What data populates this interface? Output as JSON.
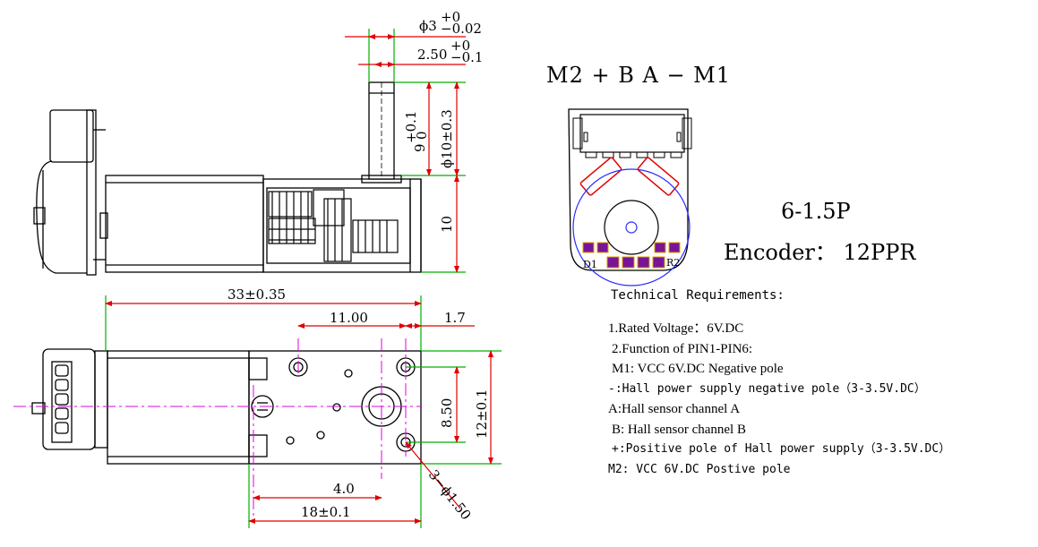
{
  "dimensions": {
    "shaft_dia_tol": "ϕ3",
    "shaft_dia_upper": "+0",
    "shaft_dia_lower": "−0.02",
    "flat_dim": "2.50",
    "flat_upper": "+0",
    "flat_lower": "−0.1",
    "flat_length": "9",
    "flat_length_upper": "+0.1",
    "flat_length_lower": "0",
    "shaft_length": "ϕ10±0.3",
    "gearbox_height": "10",
    "total_length": "33±0.35",
    "hole_spacing_x": "11.00",
    "edge_offset": "1.7",
    "hole_spacing_y": "8.50",
    "gearbox_width": "12±0.1",
    "hole_dia": "3−ϕ1.50",
    "center_offset": "4.0",
    "gearbox_length": "18±0.1"
  },
  "encoder_board": {
    "pinout": "M2  +  B  A  −  M1",
    "label_d1": "D1",
    "label_r2": "R2",
    "connector": "6-1.5P",
    "encoder": "Encoder： 12PPR"
  },
  "requirements": {
    "title": "Technical Requirements:",
    "items": [
      "1.Rated Voltage：6V.DC",
      "2.Function of  PIN1-PIN6:",
      "M1: VCC 6V.DC Negative pole",
      "-:Hall power supply negative pole（3-3.5V.DC）",
      "A:Hall sensor channel A",
      "B: Hall sensor channel B",
      "+:Positive pole of Hall power supply（3-3.5V.DC）",
      "M2: VCC 6V.DC Postive pole"
    ]
  },
  "colors": {
    "outline": "#000000",
    "dimension": "#e00000",
    "extension": "#00b000",
    "centerline": "#e000e0",
    "magnet": "#2a2aff",
    "pads": "#7a1496"
  }
}
